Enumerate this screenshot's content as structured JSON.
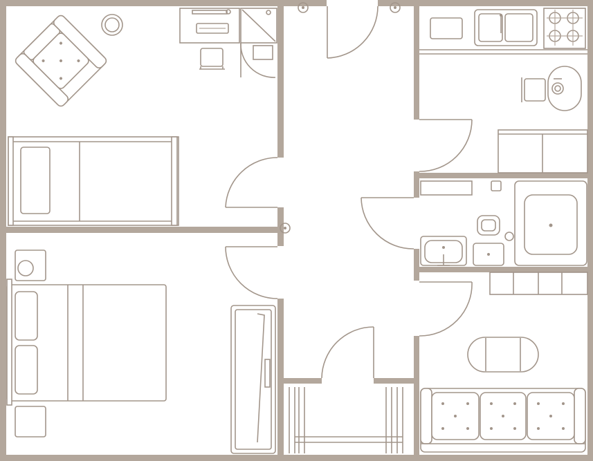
{
  "colors": {
    "wall": "#b3a79c",
    "line": "#a2958a",
    "background": "#ffffff"
  },
  "rooms": [
    {
      "id": "bedroom-top-left",
      "furniture": [
        "armchair-icon",
        "single-bed-icon",
        "desk-icon",
        "chair-icon",
        "plant-icon"
      ]
    },
    {
      "id": "bedroom-bottom-left",
      "furniture": [
        "double-bed-icon",
        "nightstand-icon",
        "wardrobe-icon"
      ]
    },
    {
      "id": "hallway",
      "furniture": []
    },
    {
      "id": "kitchen",
      "furniture": [
        "sink-icon",
        "stove-icon",
        "dining-table-icon",
        "chair-icon"
      ]
    },
    {
      "id": "bathroom",
      "furniture": [
        "bathtub-icon",
        "toilet-icon",
        "washbasin-icon"
      ]
    },
    {
      "id": "living-room",
      "furniture": [
        "sofa-icon",
        "coffee-table-icon"
      ]
    },
    {
      "id": "balcony",
      "furniture": []
    }
  ]
}
